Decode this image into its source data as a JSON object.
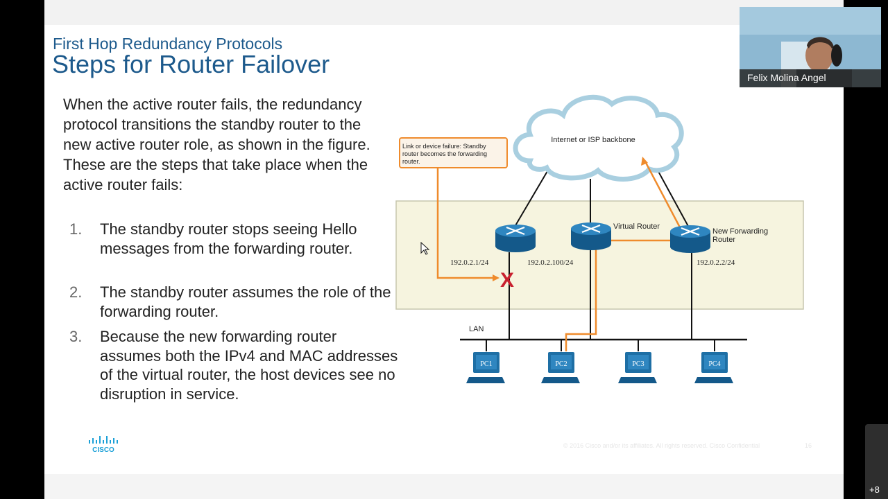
{
  "slide": {
    "subtitle": "First Hop Redundancy Protocols",
    "title": "Steps for Router Failover",
    "intro": "When the active router fails, the redundancy protocol transitions the standby router to the new active router role, as shown in the figure. These are the steps that take place when the active router fails:",
    "steps": [
      {
        "number": "1.",
        "text": "The standby router stops seeing Hello messages from the forwarding router."
      },
      {
        "number": "2.",
        "text": "The standby router assumes the role of the forwarding router."
      },
      {
        "number": "3.",
        "text": "Because the new forwarding router assumes both the IPv4 and MAC addresses of the virtual router, the host devices see no disruption in service."
      }
    ],
    "logo_text": "CISCO",
    "footer_text": "© 2016  Cisco and/or its affiliates. All rights reserved.   Cisco Confidential",
    "page_number": "16"
  },
  "diagram": {
    "cloud_label": "Internet or ISP backbone",
    "callout": [
      "Link or device failure: Standby",
      "router becomes the forwarding",
      "router."
    ],
    "virtual_router_label": "Virtual Router",
    "new_forwarding_label": [
      "New Forwarding",
      "Router"
    ],
    "ip_router1": "192.0.2.1/24",
    "ip_virtual": "192.0.2.100/24",
    "ip_router2": "192.0.2.2/24",
    "lan_label": "LAN",
    "failure_mark": "X",
    "pcs": [
      "PC1",
      "PC2",
      "PC3",
      "PC4"
    ],
    "colors": {
      "path": "#ef8b2c",
      "failure": "#c8202f",
      "router": "#1e6fa5",
      "lan_zone": "#f6f4df"
    }
  },
  "video": {
    "participant_name": "Felix Molina Angel",
    "more_participants": "+8"
  }
}
